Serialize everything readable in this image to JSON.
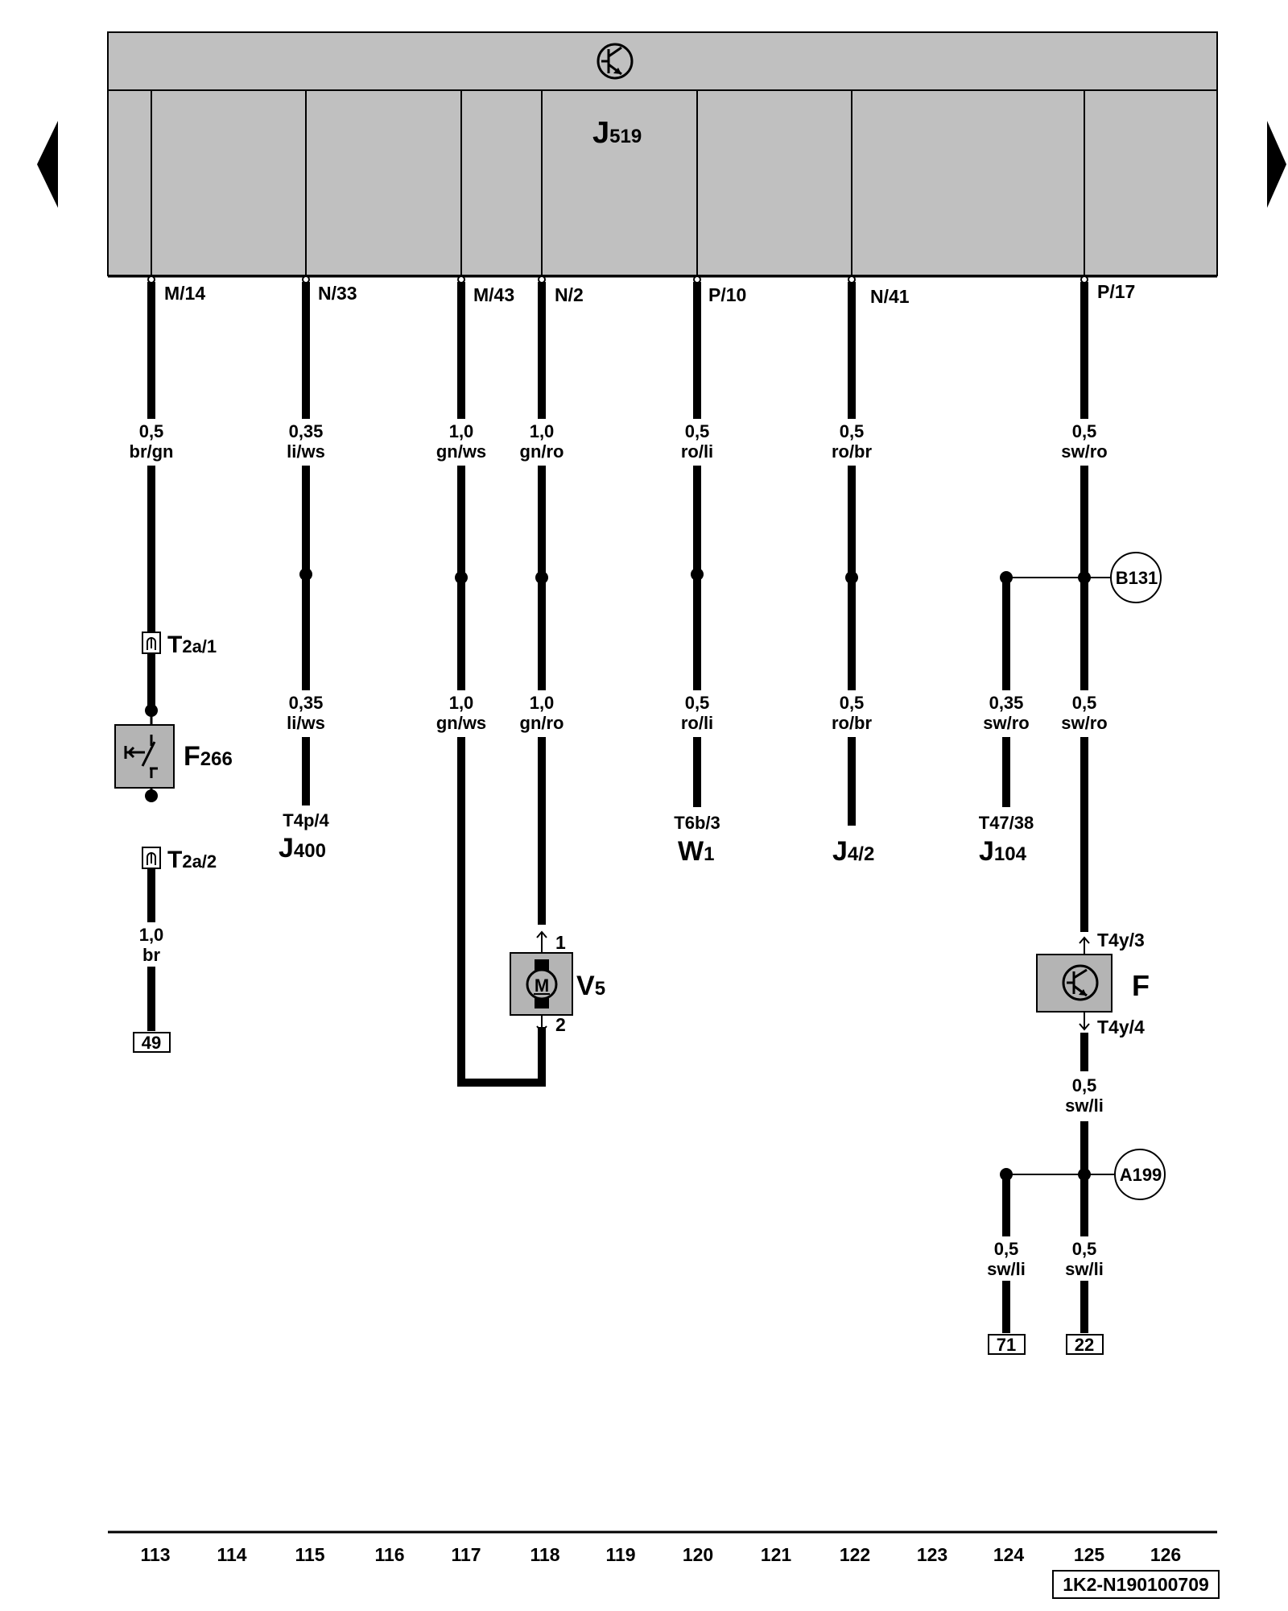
{
  "module": {
    "name": "J",
    "sub": "519"
  },
  "pins": {
    "p1": "M/14",
    "p2": "N/33",
    "p3": "M/43",
    "p4": "N/2",
    "p5": "P/10",
    "p6": "N/41",
    "p7": "P/17"
  },
  "wires": {
    "w1a": [
      "0,5",
      "br/gn"
    ],
    "w1b": [
      "1,0",
      "br"
    ],
    "w2a": [
      "0,35",
      "li/ws"
    ],
    "w2b": [
      "0,35",
      "li/ws"
    ],
    "w3a": [
      "1,0",
      "gn/ws"
    ],
    "w3b": [
      "1,0",
      "gn/ws"
    ],
    "w4a": [
      "1,0",
      "gn/ro"
    ],
    "w4b": [
      "1,0",
      "gn/ro"
    ],
    "w5a": [
      "0,5",
      "ro/li"
    ],
    "w5b": [
      "0,5",
      "ro/li"
    ],
    "w6a": [
      "0,5",
      "ro/br"
    ],
    "w6b": [
      "0,5",
      "ro/br"
    ],
    "w7a": [
      "0,5",
      "sw/ro"
    ],
    "w7b": [
      "0,5",
      "sw/ro"
    ],
    "w7c": [
      "0,35",
      "sw/ro"
    ],
    "w8a": [
      "0,5",
      "sw/li"
    ],
    "w8b": [
      "0,5",
      "sw/li"
    ],
    "w8c": [
      "0,5",
      "sw/li"
    ]
  },
  "connectors": {
    "t2a1": {
      "name": "T",
      "sub": "2a/1"
    },
    "t2a2": {
      "name": "T",
      "sub": "2a/2"
    },
    "t4y3": "T4y/3",
    "t4y4": "T4y/4",
    "v5pin1": "1",
    "v5pin2": "2"
  },
  "components": {
    "f266": {
      "name": "F",
      "sub": "266"
    },
    "v5": {
      "name": "V",
      "sub": "5",
      "symbol": "M"
    },
    "f": {
      "name": "F"
    }
  },
  "destinations": {
    "j400": {
      "pin": "T4p/4",
      "name": "J",
      "sub": "400"
    },
    "w1": {
      "pin": "T6b/3",
      "name": "W",
      "sub": "1"
    },
    "j4": {
      "name": "J",
      "sub": "4/2"
    },
    "j104": {
      "pin": "T47/38",
      "name": "J",
      "sub": "104"
    }
  },
  "splices": {
    "b131": "B131",
    "a199": "A199"
  },
  "grounds": {
    "g49": "49",
    "g71": "71",
    "g22": "22"
  },
  "columns": [
    "113",
    "114",
    "115",
    "116",
    "117",
    "118",
    "119",
    "120",
    "121",
    "122",
    "123",
    "124",
    "125",
    "126"
  ],
  "doc_id": "1K2-N190100709",
  "colors": {
    "module_fill": "#c0c0c0",
    "component_fill": "#b4b4b4",
    "line": "#000000"
  },
  "icons": {
    "nav_prev": "triangle-left-icon",
    "nav_next": "triangle-right-icon",
    "module_symbol": "transistor-symbol-icon"
  }
}
